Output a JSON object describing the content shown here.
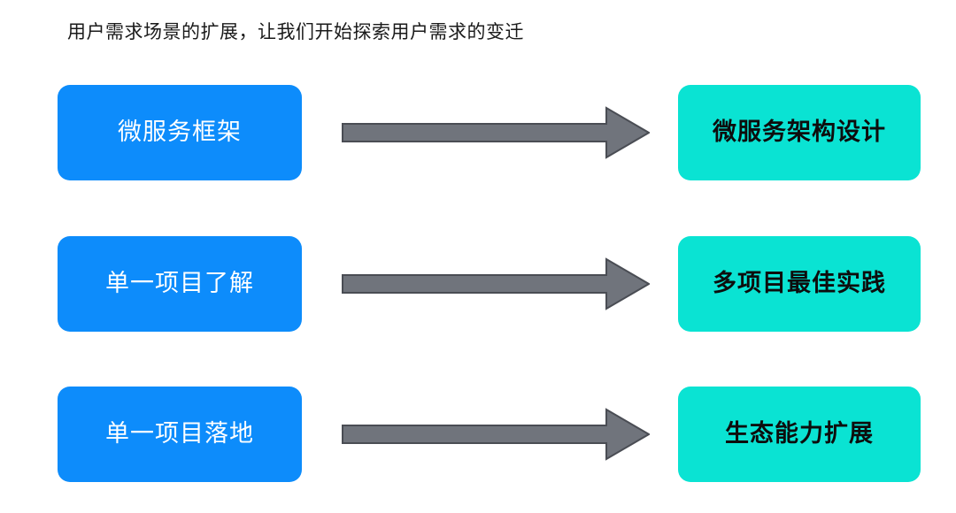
{
  "slide": {
    "title": "用户需求场景的扩展，让我们开始探索用户需求的变迁",
    "background_color": "#ffffff"
  },
  "colors": {
    "source_box": "#0d8cfb",
    "source_text": "#ffffff",
    "target_box": "#0ae3d3",
    "target_text": "#0d0d0d",
    "arrow_fill": "#70747c",
    "arrow_stroke": "#4a4d54",
    "title_text": "#1a1a1a"
  },
  "flow": {
    "arrow_icon": "right-block-arrow-icon",
    "rows": [
      {
        "source": "微服务框架",
        "arrow": "→",
        "target": "微服务架构设计"
      },
      {
        "source": "单一项目了解",
        "arrow": "→",
        "target": "多项目最佳实践"
      },
      {
        "source": "单一项目落地",
        "arrow": "→",
        "target": "生态能力扩展"
      }
    ]
  }
}
